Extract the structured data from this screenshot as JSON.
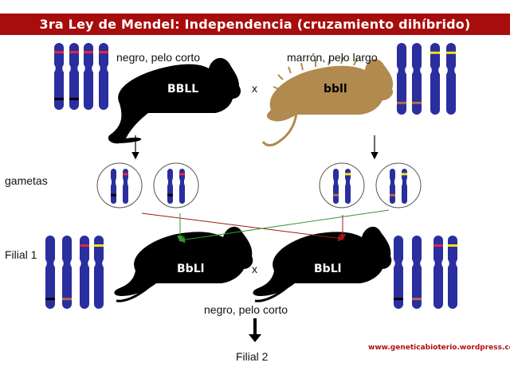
{
  "title": "3ra Ley de Mendel: Independencia (cruzamiento dihíbrido)",
  "parents": {
    "left": {
      "phenotype": "negro, pelo corto",
      "genotype": "BBLL",
      "color": "#000000"
    },
    "right": {
      "phenotype": "marrón, pelo largo",
      "genotype": "bbll",
      "color": "#b08a4e"
    },
    "cross_symbol": "x"
  },
  "gametes_label": "gametas",
  "filial1": {
    "label": "Filial 1",
    "left_genotype": "BbLl",
    "right_genotype": "BbLl",
    "cross_symbol": "x",
    "phenotype": "negro, pelo corto"
  },
  "filial2_label": "Filial 2",
  "website": "www.geneticabioterio.wordpress.com",
  "colors": {
    "title_bar": "#a80d0d",
    "chromosome": "#2a2e9e",
    "band_red": "#e0283c",
    "band_yellow": "#f5e600",
    "band_black": "#000000",
    "band_brown": "#b36b4a",
    "arrow_red": "#a01818",
    "arrow_green": "#2f9a2f"
  }
}
